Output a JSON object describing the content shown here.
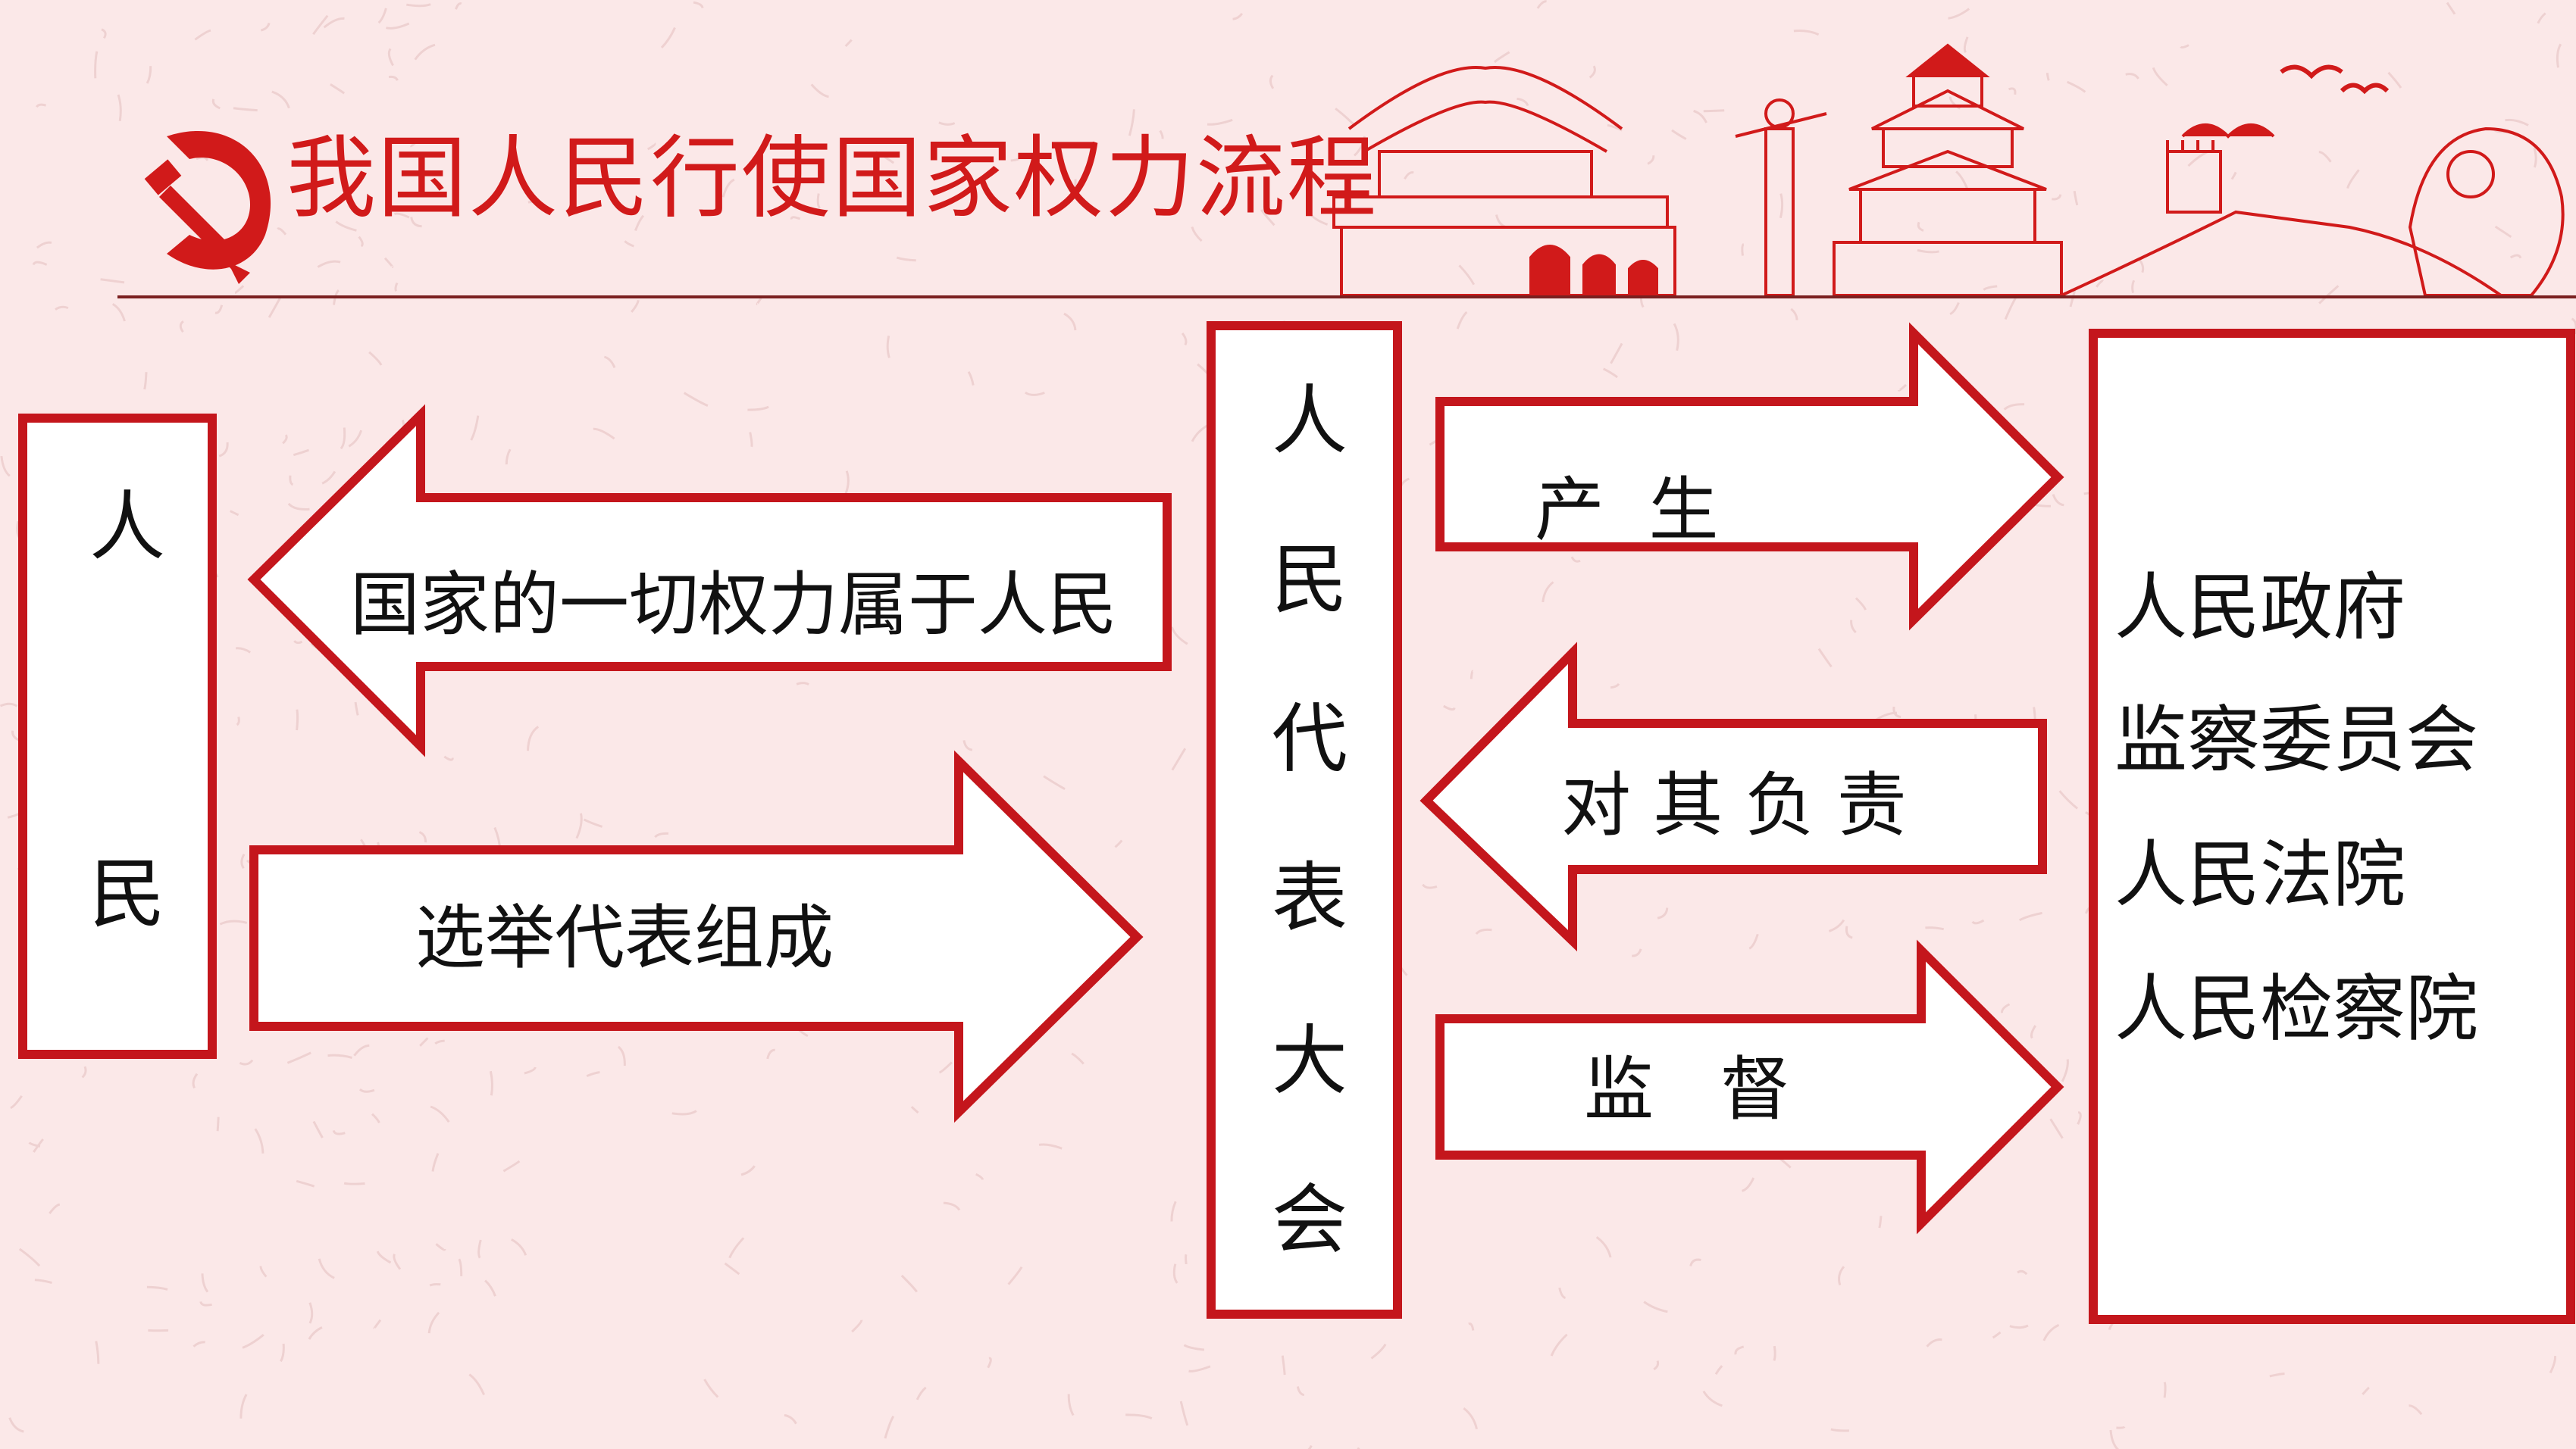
{
  "title": "我国人民行使国家权力流程",
  "colors": {
    "accent": "#c4161c",
    "box_fill": "#ffffff",
    "bg": "#fbe8e8",
    "text": "#111111"
  },
  "icons": {
    "emblem": "hammer-sickle-icon",
    "landmarks": "beijing-landmarks-decoration"
  },
  "people_box": {
    "char1": "人",
    "char2": "民"
  },
  "congress_box": {
    "chars": [
      "人",
      "民",
      "代",
      "表",
      "大",
      "会"
    ]
  },
  "arrows": {
    "power_belongs": "国家的一切权力属于人民",
    "elect": "选举代表组成",
    "produce": "产  生",
    "responsible": "对 其 负 责",
    "supervise": "监   督"
  },
  "organs": [
    "人民政府",
    "监察委员会",
    "人民法院",
    "人民检察院"
  ]
}
